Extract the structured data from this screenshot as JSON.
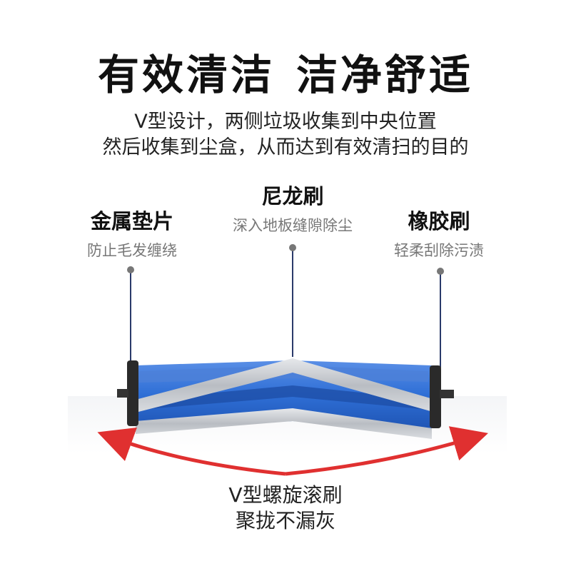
{
  "headline": {
    "part1": "有效清洁",
    "part2": "洁净舒适"
  },
  "subtitle": {
    "line1": "V型设计，两侧垃圾收集到中央位置",
    "line2": "然后收集到尘盒，从而达到有效清扫的目的"
  },
  "callouts": {
    "left": {
      "title": "金属垫片",
      "desc": "防止毛发缠绕"
    },
    "middle": {
      "title": "尼龙刷",
      "desc": "深入地板缝隙除尘"
    },
    "right": {
      "title": "橡胶刷",
      "desc": "轻柔刮除污渍"
    }
  },
  "bottom": {
    "line1": "V型螺旋滚刷",
    "line2": "聚拢不漏灰"
  },
  "colors": {
    "blue": "#2f6fd6",
    "bristle": "#c8ccd2",
    "arrow": "#e03030",
    "hub": "#2a2a2a"
  }
}
